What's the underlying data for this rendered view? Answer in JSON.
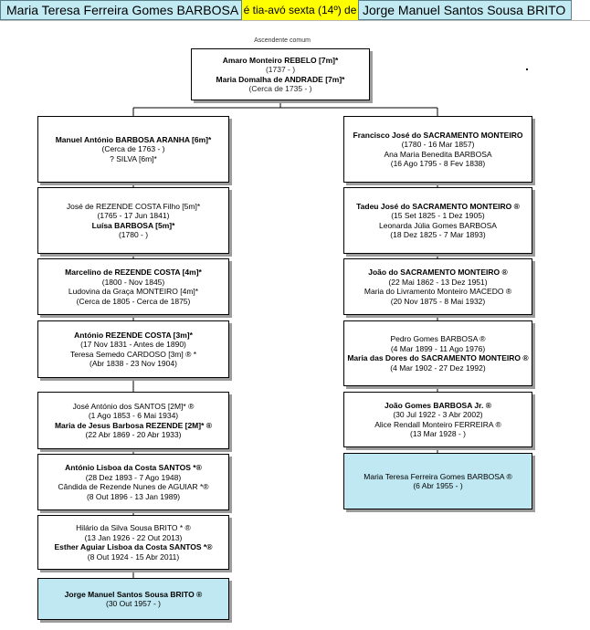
{
  "header": {
    "person_a": "Maria Teresa Ferreira Gomes BARBOSA",
    "relation": "é tia-avó sexta (14º) de",
    "person_b": "Jorge Manuel Santos Sousa BRITO",
    "highlight_color": "#c2eaf3",
    "relation_color": "#ffff00"
  },
  "common_ancestor_label": "Ascendente comum",
  "common": {
    "n1": "Amaro Monteiro REBELO [7m]*",
    "d1": "(1737 -            )",
    "n2": "Maria Domalha de ANDRADE [7m]*",
    "d2": "(Cerca de 1735 -            )"
  },
  "left": [
    {
      "n1": "Manuel António BARBOSA ARANHA [6m]*",
      "b1": true,
      "d1": "(Cerca de 1763 -            )",
      "n2": "? SILVA [6m]*",
      "b2": false,
      "d2": ""
    },
    {
      "n1": "José de REZENDE COSTA Filho [5m]*",
      "b1": false,
      "d1": "(1765 - 17 Jun 1841)",
      "n2": "Luísa BARBOSA [5m]*",
      "b2": true,
      "d2": "(1780 -            )"
    },
    {
      "n1": "Marcelino de REZENDE COSTA [4m]*",
      "b1": true,
      "d1": "(1800 - Nov 1845)",
      "n2": "Ludovina da Graça MONTEIRO [4m]*",
      "b2": false,
      "d2": "(Cerca de 1805 - Cerca de 1875)"
    },
    {
      "n1": "António REZENDE COSTA [3m]*",
      "b1": true,
      "d1": "(17 Nov 1831 - Antes de 1890)",
      "n2": "Teresa Semedo CARDOSO [3m] ® *",
      "b2": false,
      "d2": "(Abr 1838 - 23 Nov 1904)"
    },
    {
      "n1": "José António dos SANTOS [2M]* ®",
      "b1": false,
      "d1": "(1 Ago 1853 - 6 Mai 1934)",
      "n2": "Maria de Jesus Barbosa REZENDE [2M]* ®",
      "b2": true,
      "d2": "(22 Abr 1869 - 20 Abr 1933)"
    },
    {
      "n1": "António Lisboa da Costa SANTOS *®",
      "b1": true,
      "d1": "(28 Dez 1893 - 7 Ago 1948)",
      "n2": "Cândida de Rezende Nunes de AGUIAR *®",
      "b2": false,
      "d2": "(8 Out 1896 - 13 Jan 1989)"
    },
    {
      "n1": "Hilário da Silva Sousa BRITO * ®",
      "b1": false,
      "d1": "(13 Jan 1926 - 22 Out 2013)",
      "n2": "Esther Aguiar Lisboa da Costa SANTOS *®",
      "b2": true,
      "d2": "(8 Out 1924 - 15 Abr 2011)"
    },
    {
      "n1": "Jorge Manuel Santos Sousa BRITO ®",
      "b1": true,
      "d1": "(30 Out 1957 -            )",
      "n2": "",
      "b2": false,
      "d2": ""
    }
  ],
  "right": [
    {
      "n1": "Francisco José do SACRAMENTO MONTEIRO",
      "b1": true,
      "d1": "(1780 - 16 Mar 1857)",
      "n2": "Ana Maria Benedita BARBOSA",
      "b2": false,
      "d2": "(16 Ago 1795 - 8 Fev 1838)"
    },
    {
      "n1": "Tadeu José do SACRAMENTO MONTEIRO ®",
      "b1": true,
      "d1": "(15 Set 1825 - 1 Dez 1905)",
      "n2": "Leonarda Júlia Gomes BARBOSA",
      "b2": false,
      "d2": "(18 Dez 1825 - 7 Mar 1893)"
    },
    {
      "n1": "João do SACRAMENTO MONTEIRO ®",
      "b1": true,
      "d1": "(22 Mai 1862 - 13 Dez 1951)",
      "n2": "Maria do Livramento Monteiro MACEDO ®",
      "b2": false,
      "d2": "(20 Nov 1875 - 8 Mai 1932)"
    },
    {
      "n1": "Pedro Gomes BARBOSA ®",
      "b1": false,
      "d1": "(4 Mar 1899 - 11 Ago 1976)",
      "n2": "Maria das Dores do SACRAMENTO MONTEIRO ®",
      "b2": true,
      "d2": "(4 Mar 1902 - 27 Dez 1992)"
    },
    {
      "n1": "João Gomes BARBOSA Jr. ®",
      "b1": true,
      "d1": "(30 Jul 1922 - 3 Abr 2002)",
      "n2": "Alice Rendall Monteiro FERREIRA ®",
      "b2": false,
      "d2": "(13 Mar 1928 -            )"
    },
    {
      "n1": "Maria Teresa Ferreira Gomes BARBOSA ®",
      "b1": false,
      "d1": "(6 Abr 1955 -            )",
      "n2": "",
      "b2": false,
      "d2": ""
    }
  ]
}
